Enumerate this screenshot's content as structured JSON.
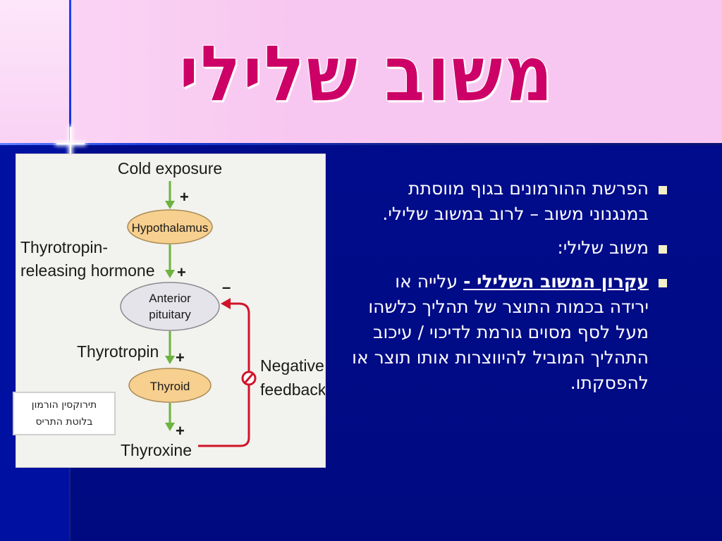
{
  "slide": {
    "title": "משוב שלילי"
  },
  "diagram": {
    "cold_exposure": "Cold exposure",
    "hypothalamus": "Hypothalamus",
    "trh_line1": "Thyrotropin-",
    "trh_line2": "releasing hormone",
    "anterior_pituitary_line1": "Anterior",
    "anterior_pituitary_line2": "pituitary",
    "thyrotropin": "Thyrotropin",
    "thyroid": "Thyroid",
    "thyroxine": "Thyroxine",
    "negative_feedback_line1": "Negative",
    "negative_feedback_line2": "feedback",
    "plus_sign": "+",
    "minus_sign": "–",
    "colors": {
      "node_fill": "#f7cf8f",
      "pituitary_fill": "#e4e4ea",
      "arrow_green": "#6db33f",
      "feedback_red": "#d0142a"
    }
  },
  "callout": {
    "line1": "תירוקסין הורמון",
    "line2": "בלוטת התריס"
  },
  "bullets": [
    {
      "text": "הפרשת ההורמונים בגוף מווסתת במנגנוני משוב – לרוב במשוב שלילי."
    },
    {
      "text": "משוב שלילי:"
    },
    {
      "emphasis": "עקרון המשוב השלילי -",
      "text": " עלייה או ירידה בכמות התוצר של תהליך כלשהו מעל לסף מסוים גורמת לדיכוי / עיכוב התהליך המוביל להיווצרות אותו תוצר או להפסקתו."
    }
  ],
  "colors": {
    "title": "#cc0066",
    "title_band": "#f8c7f1",
    "background": "#000a80",
    "bullet_marker": "#f2efc8",
    "text": "#ffffff"
  }
}
